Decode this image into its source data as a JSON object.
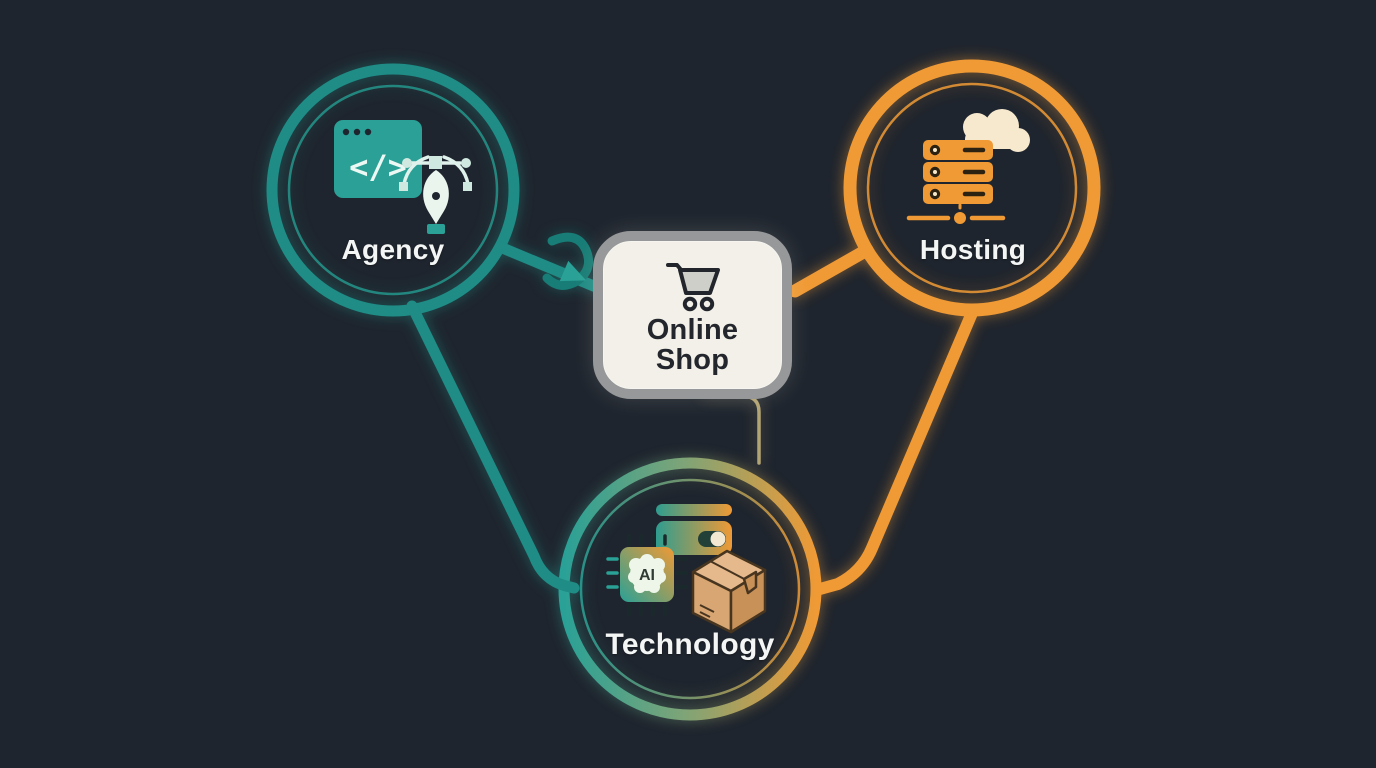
{
  "background_color": "#1f252e",
  "nodes": {
    "agency": {
      "label": "Agency",
      "accent_color": "#1f8c85",
      "code_glyph": "</>",
      "icons": [
        "browser-code-icon",
        "pen-tool-icon"
      ]
    },
    "hosting": {
      "label": "Hosting",
      "accent_color": "#f09a35",
      "icons": [
        "cloud-icon",
        "server-stack-icon",
        "network-node-icon"
      ]
    },
    "technology": {
      "label": "Technology",
      "accent_color_left": "#2aa196",
      "accent_color_right": "#ef9a35",
      "chip_glyph": "AI",
      "icons": [
        "credit-card-icon",
        "ai-chip-icon",
        "package-box-icon"
      ]
    }
  },
  "center": {
    "label_line1": "Online",
    "label_line2": "Shop",
    "icon": "shopping-cart-icon",
    "fill_color": "#f2f0e8",
    "border_color": "#97989a",
    "text_color": "#23262c"
  },
  "connections": [
    {
      "from": "Agency",
      "to": "Online Shop",
      "style": "arrow"
    },
    {
      "from": "Hosting",
      "to": "Online Shop",
      "style": "line"
    },
    {
      "from": "Online Shop",
      "to": "Technology",
      "style": "line"
    },
    {
      "from": "Agency",
      "to": "Technology",
      "style": "line"
    },
    {
      "from": "Hosting",
      "to": "Technology",
      "style": "line"
    }
  ]
}
